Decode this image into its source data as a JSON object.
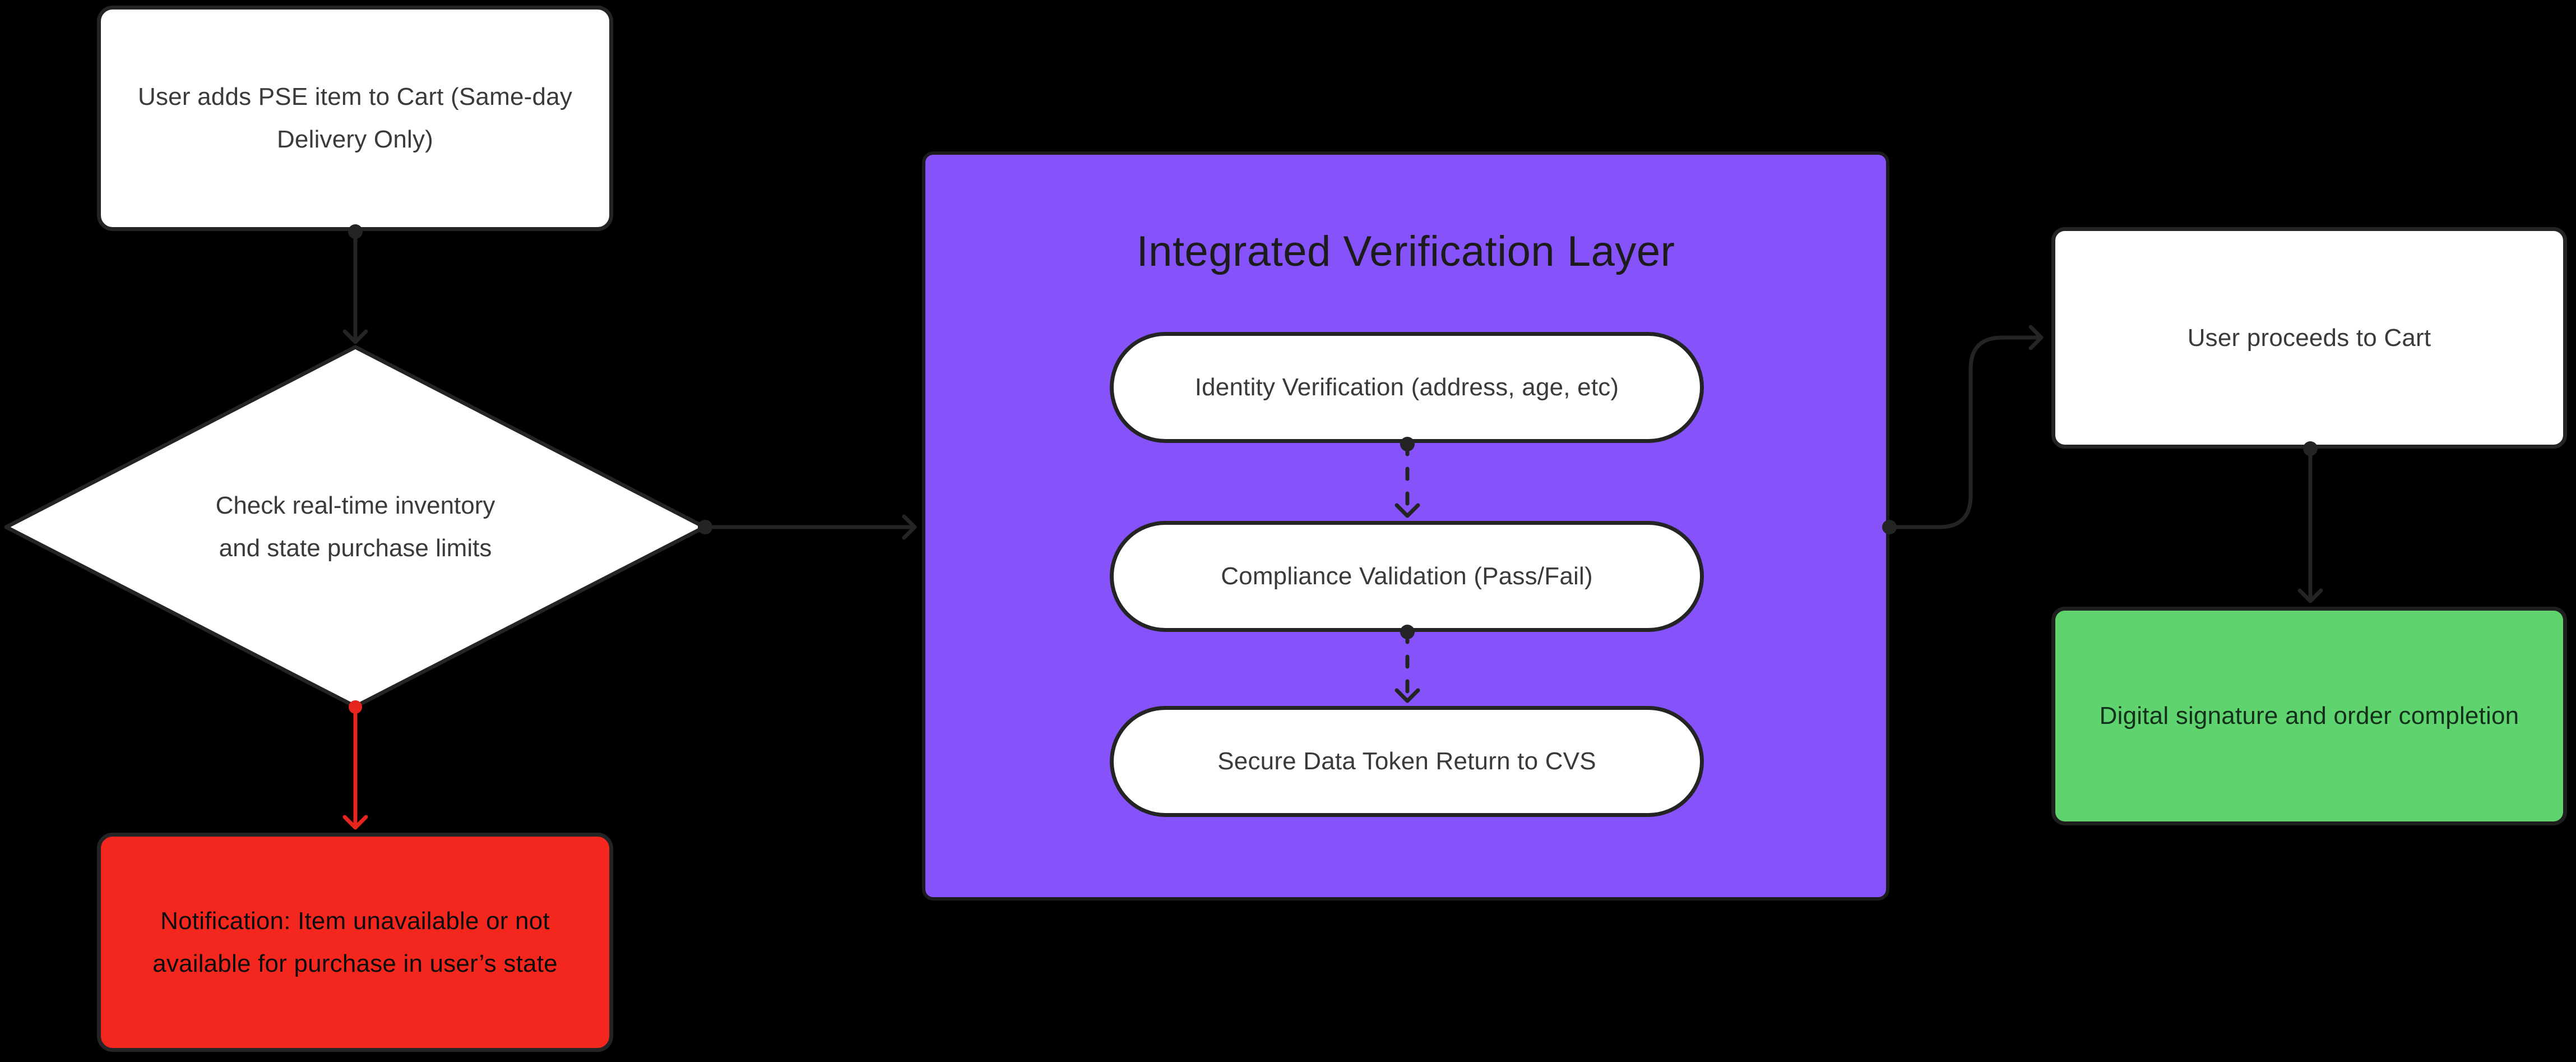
{
  "diagram": {
    "type": "flowchart",
    "title": "Integrated Verification Layer",
    "nodes": {
      "add_to_cart": {
        "label": "User adds PSE item to Cart (Same-day\nDelivery Only)",
        "shape": "rectangle",
        "color": "white"
      },
      "check_limits": {
        "label": "Check real-time inventory\nand state purchase limits",
        "shape": "diamond",
        "color": "white"
      },
      "notification": {
        "label": "Notification: Item unavailable or not\navailable for purchase in user’s state",
        "shape": "rectangle",
        "color": "red"
      },
      "identity_verification": {
        "label": "Identity Verification (address, age, etc)",
        "shape": "pill",
        "color": "white"
      },
      "compliance_validation": {
        "label": "Compliance Validation (Pass/Fail)",
        "shape": "pill",
        "color": "white"
      },
      "secure_token_return": {
        "label": "Secure Data Token Return to CVS",
        "shape": "pill",
        "color": "white"
      },
      "proceed_to_cart": {
        "label": "User proceeds to Cart",
        "shape": "rectangle",
        "color": "white"
      },
      "digital_signature": {
        "label": "Digital signature and order completion",
        "shape": "rectangle",
        "color": "green"
      }
    },
    "edges": [
      {
        "from": "add_to_cart",
        "to": "check_limits",
        "style": "solid"
      },
      {
        "from": "check_limits",
        "to": "verification_layer",
        "style": "solid"
      },
      {
        "from": "check_limits",
        "to": "notification",
        "style": "solid-red"
      },
      {
        "from": "identity_verification",
        "to": "compliance_validation",
        "style": "dashed"
      },
      {
        "from": "compliance_validation",
        "to": "secure_token_return",
        "style": "dashed"
      },
      {
        "from": "verification_layer",
        "to": "proceed_to_cart",
        "style": "solid-curved"
      },
      {
        "from": "proceed_to_cart",
        "to": "digital_signature",
        "style": "solid"
      }
    ],
    "colors": {
      "bg": "#000000",
      "white": "#FFFFFF",
      "purple": "#8553F9",
      "green": "#5FD36D",
      "red": "#F4271E",
      "line": "#242424",
      "red_line": "#E5251E",
      "node_text": "#3A3A3A",
      "title_text": "#1C1C1C",
      "red_text": "#0D0D0D",
      "green_text": "#12301B"
    }
  }
}
